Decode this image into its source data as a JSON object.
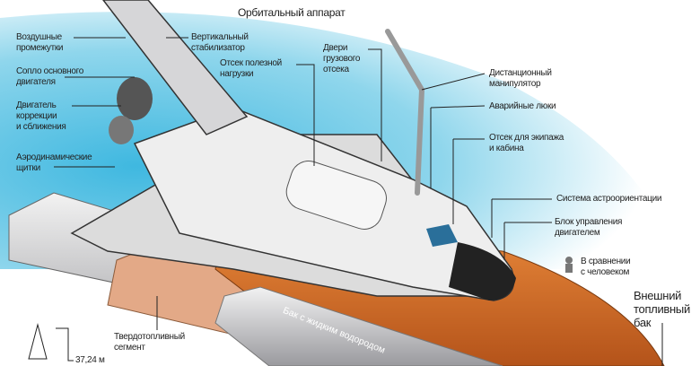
{
  "title": "Орбитальный аппарат",
  "labels": {
    "air_gaps": "Воздушные\nпромежутки",
    "vertical_stabilizer": "Вертикальный\nстабилизатор",
    "payload_bay": "Отсек полезной\nнагрузки",
    "cargo_doors": "Двери\nгрузового\nотсека",
    "main_engine_nozzle": "Сопло основного\nдвигателя",
    "oms_engine": "Двигатель\nкоррекции\nи сближения",
    "aero_flaps": "Аэродинамические\nщитки",
    "manipulator": "Дистанционный\nманипулятор",
    "emergency_hatches": "Аварийные люки",
    "crew_cabin": "Отсек для экипажа\nи кабина",
    "attitude_system": "Система астроориентации",
    "engine_control": "Блок управления\nдвигателем",
    "human_compare": "В сравнении\nс человеком",
    "hydrogen_tank": "Бак с жидким водородом",
    "solid_segment": "Твердотопливный\nсегмент",
    "external_tank": "Внешний\nтопливный\nбак",
    "height": "37,24 м"
  },
  "colors": {
    "sky": "#5cc6e4",
    "tank": "#d9722a",
    "srb": "#c9c9cc",
    "orbiter": "#eeeeee"
  }
}
